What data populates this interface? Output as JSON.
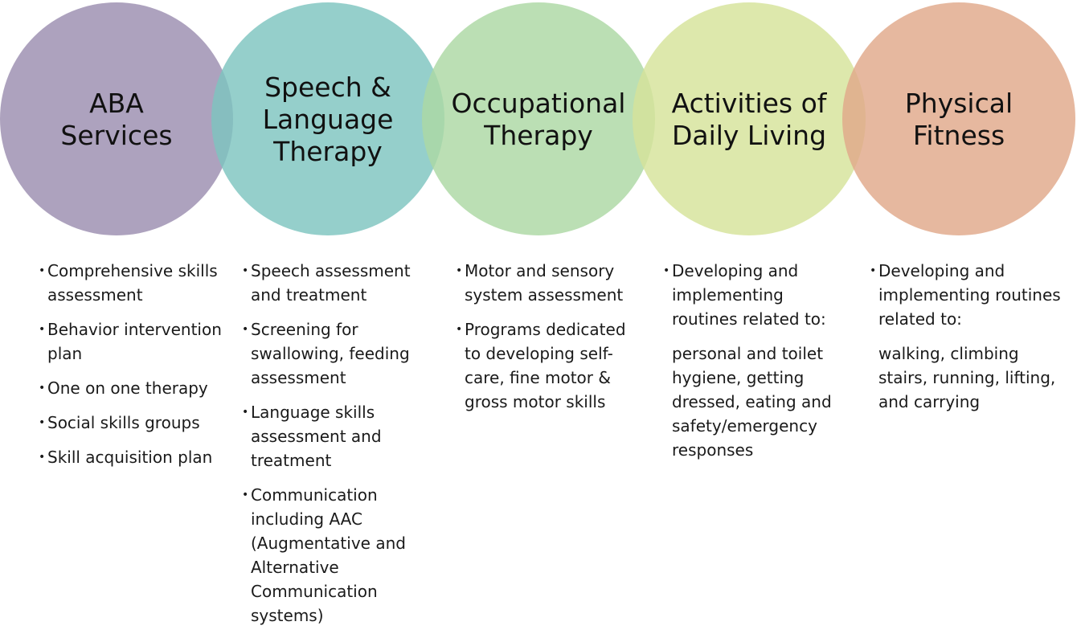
{
  "stages": [
    {
      "title_lines": [
        "ABA",
        "Services"
      ],
      "color": "#9b8eb0",
      "bullets": [
        "Comprehensive skills assessment",
        "Behavior intervention plan",
        "One on one therapy",
        "Social skills groups",
        "Skill acquisition plan"
      ],
      "detail": ""
    },
    {
      "title_lines": [
        "Speech &",
        "Language",
        "Therapy"
      ],
      "color": "#7ec4c0",
      "bullets": [
        "Speech assessment and treatment",
        "Screening for swallowing, feeding assessment",
        "Language skills assessment and treatment",
        "Communication including AAC (Augmentative and Alternative Communication systems)"
      ],
      "detail": ""
    },
    {
      "title_lines": [
        "Occupational",
        "Therapy"
      ],
      "color": "#acd8a4",
      "bullets": [
        "Motor and sensory system assessment",
        "Programs dedicated to developing self-care, fine motor & gross motor skills"
      ],
      "detail": ""
    },
    {
      "title_lines": [
        "Activities of",
        "Daily Living"
      ],
      "color": "#d6e39a",
      "bullets": [
        "Developing and implementing routines related to:"
      ],
      "detail": "personal and toilet hygiene, getting dressed, eating and safety/emergency responses"
    },
    {
      "title_lines": [
        "Physical",
        "Fitness"
      ],
      "color": "#e0a88a",
      "bullets": [
        "Developing and implementing routines related to:"
      ],
      "detail": "walking, climbing stairs, running, lifting, and carrying"
    }
  ]
}
